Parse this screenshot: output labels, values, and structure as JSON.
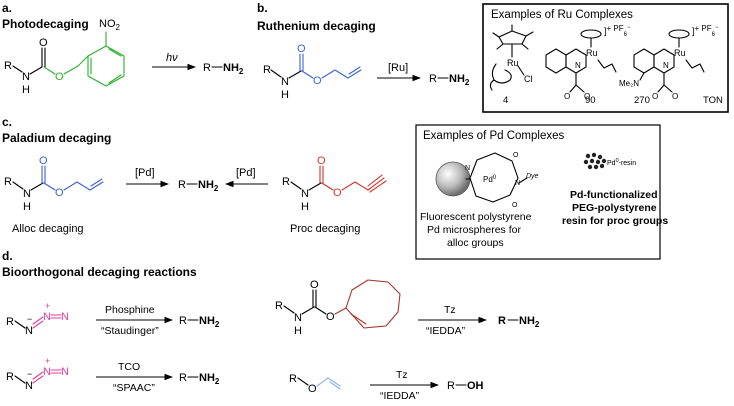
{
  "panels": {
    "a": {
      "letter": "a.",
      "title": "Photodecaging",
      "reagent": "hν",
      "product_r": "R",
      "product_amine": "NH",
      "product_sub": "2",
      "substituent": "NO",
      "substituent_sub": "2"
    },
    "b": {
      "letter": "b.",
      "title": "Ruthenium decaging",
      "reagent": "[Ru]",
      "product_r": "R",
      "product_amine": "NH",
      "product_sub": "2",
      "box_title": "Examples of Ru Complexes",
      "complexes": [
        {
          "ton": "4"
        },
        {
          "ton": "90",
          "charge": "]",
          "counter": "+ PF",
          "counter_sub": "6",
          "counter_sup": "−"
        },
        {
          "ton": "270",
          "charge": "]",
          "counter": "+ PF",
          "counter_sub": "6",
          "counter_sup": "−",
          "substituent": "Me₂N"
        }
      ],
      "ton_label": "TON",
      "metal": "Ru",
      "ligand": "Cl"
    },
    "c": {
      "letter": "c.",
      "title": "Paladium decaging",
      "left_reagent": "[Pd]",
      "right_reagent": "[Pd]",
      "product_r": "R",
      "product_amine": "NH",
      "product_sub": "2",
      "alloc_label": "Alloc decaging",
      "proc_label": "Proc decaging",
      "box_title": "Examples of Pd Complexes",
      "micro_caption": [
        "Fluorescent polystyrene",
        "Pd microspheres for",
        "alloc groups"
      ],
      "resin_caption": [
        "Pd-functionalized",
        "PEG-polystyrene",
        "resin for proc groups"
      ],
      "pd_label": "Pd",
      "pd_sup": "0",
      "resin_label": "-resin",
      "dye_label": "Dye"
    },
    "d": {
      "letter": "d.",
      "title": "Bioorthogonal decaging reactions",
      "reactions": [
        {
          "reagent": "Phosphine",
          "name": "“Staudinger”",
          "product": "NH",
          "product_sub": "2"
        },
        {
          "reagent": "Tz",
          "name": "“IEDDA”",
          "product": "NH",
          "product_sub": "2"
        },
        {
          "reagent": "TCO",
          "name": "“SPAAC”",
          "product": "NH",
          "product_sub": "2"
        },
        {
          "reagent": "Tz",
          "name": "“IEDDA”",
          "product": "OH"
        }
      ]
    }
  },
  "atoms": {
    "R": "R",
    "N": "N",
    "H": "H",
    "O": "O",
    "minus": "−",
    "plus": "+"
  }
}
